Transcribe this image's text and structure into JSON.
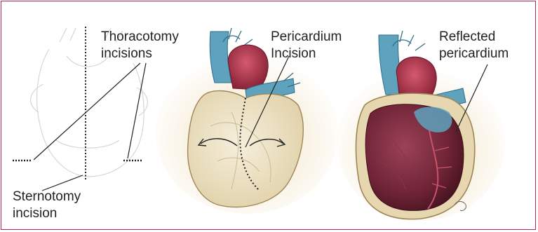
{
  "labels": {
    "thoracotomy_line1": "Thoracotomy",
    "thoracotomy_line2": "incisions",
    "sternotomy_line1": "Sternotomy",
    "sternotomy_line2": "incision",
    "pericardium_line1": "Pericardium",
    "pericardium_line2": "Incision",
    "reflected_line1": "Reflected",
    "reflected_line2": "pericardium"
  },
  "colors": {
    "border": "#b2245a",
    "vessel_blue": "#5fa2bd",
    "aorta_red": "#a5324a",
    "pericardium_fill": "#ece1c4",
    "heart_muscle": "#6e2335"
  }
}
